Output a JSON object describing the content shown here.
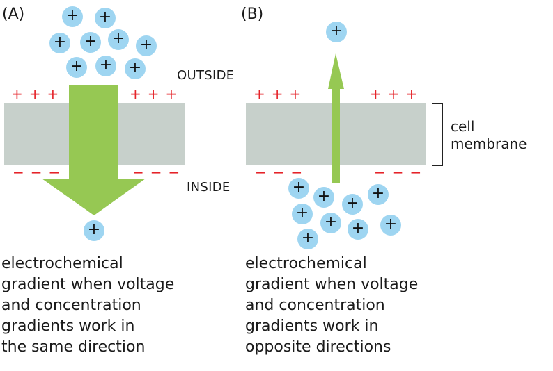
{
  "figure": {
    "colors": {
      "ion_fill": "#9ed5f1",
      "arrow": "#96c853",
      "membrane": "#c7d0cb",
      "positive_charge": "#e52329",
      "negative_charge": "#e52329"
    },
    "labels": {
      "outside": "OUTSIDE",
      "inside": "INSIDE",
      "membrane": "cell\nmembrane"
    },
    "ion_symbol": "+",
    "positive_charges": "+++",
    "negative_charges": "−−−",
    "panels": [
      {
        "id": "A",
        "label": "(A)",
        "arrow_direction": "down",
        "ions_outside": 9,
        "ions_inside": 1,
        "caption": "electrochemical\ngradient when voltage\nand concentration\ngradients work in\nthe same direction"
      },
      {
        "id": "B",
        "label": "(B)",
        "arrow_direction": "up",
        "ions_outside": 1,
        "ions_inside": 9,
        "caption": "electrochemical\ngradient when voltage\nand concentration\ngradients work in\nopposite directions"
      }
    ]
  }
}
